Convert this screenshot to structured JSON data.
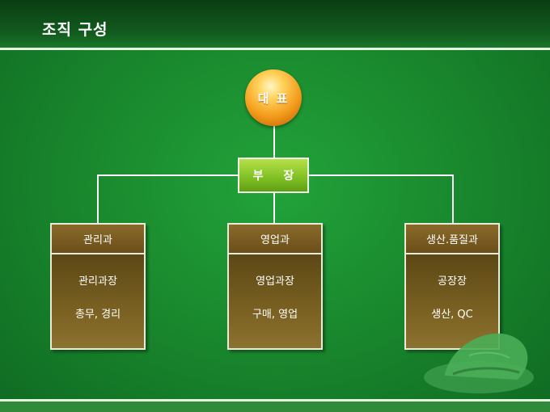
{
  "slide": {
    "title": "조직 구성"
  },
  "org": {
    "ceo": "대 표",
    "vice": "부 장",
    "departments": [
      {
        "name": "관리과",
        "role": "관리과장",
        "duties": "총무, 경리"
      },
      {
        "name": "영업과",
        "role": "영업과장",
        "duties": "구매, 영업"
      },
      {
        "name": "생산.품질과",
        "role": "공장장",
        "duties": "생산, QC"
      }
    ]
  },
  "colors": {
    "background": "#1a8a2e",
    "ceo_orb": "#f39a1a",
    "vice_box": "#82c226",
    "dept_box": "#6b4f1a"
  }
}
